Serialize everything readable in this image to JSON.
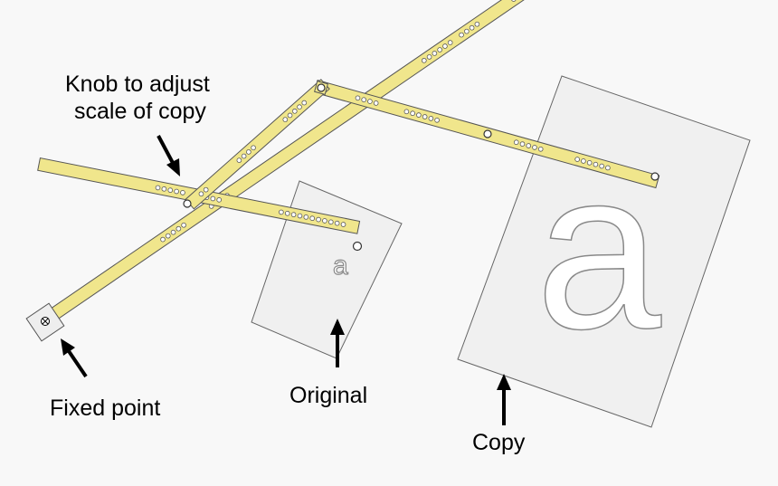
{
  "labels": {
    "knob_line1": "Knob to adjust",
    "knob_line2": "scale of copy",
    "fixed_point": "Fixed point",
    "original": "Original",
    "copy": "Copy"
  },
  "glyphs": {
    "original_letter": "a",
    "copy_letter": "a"
  },
  "colors": {
    "bar_fill": "#f0e68c",
    "sheet_fill": "#f0f0f0",
    "background": "#f8f8f8"
  }
}
